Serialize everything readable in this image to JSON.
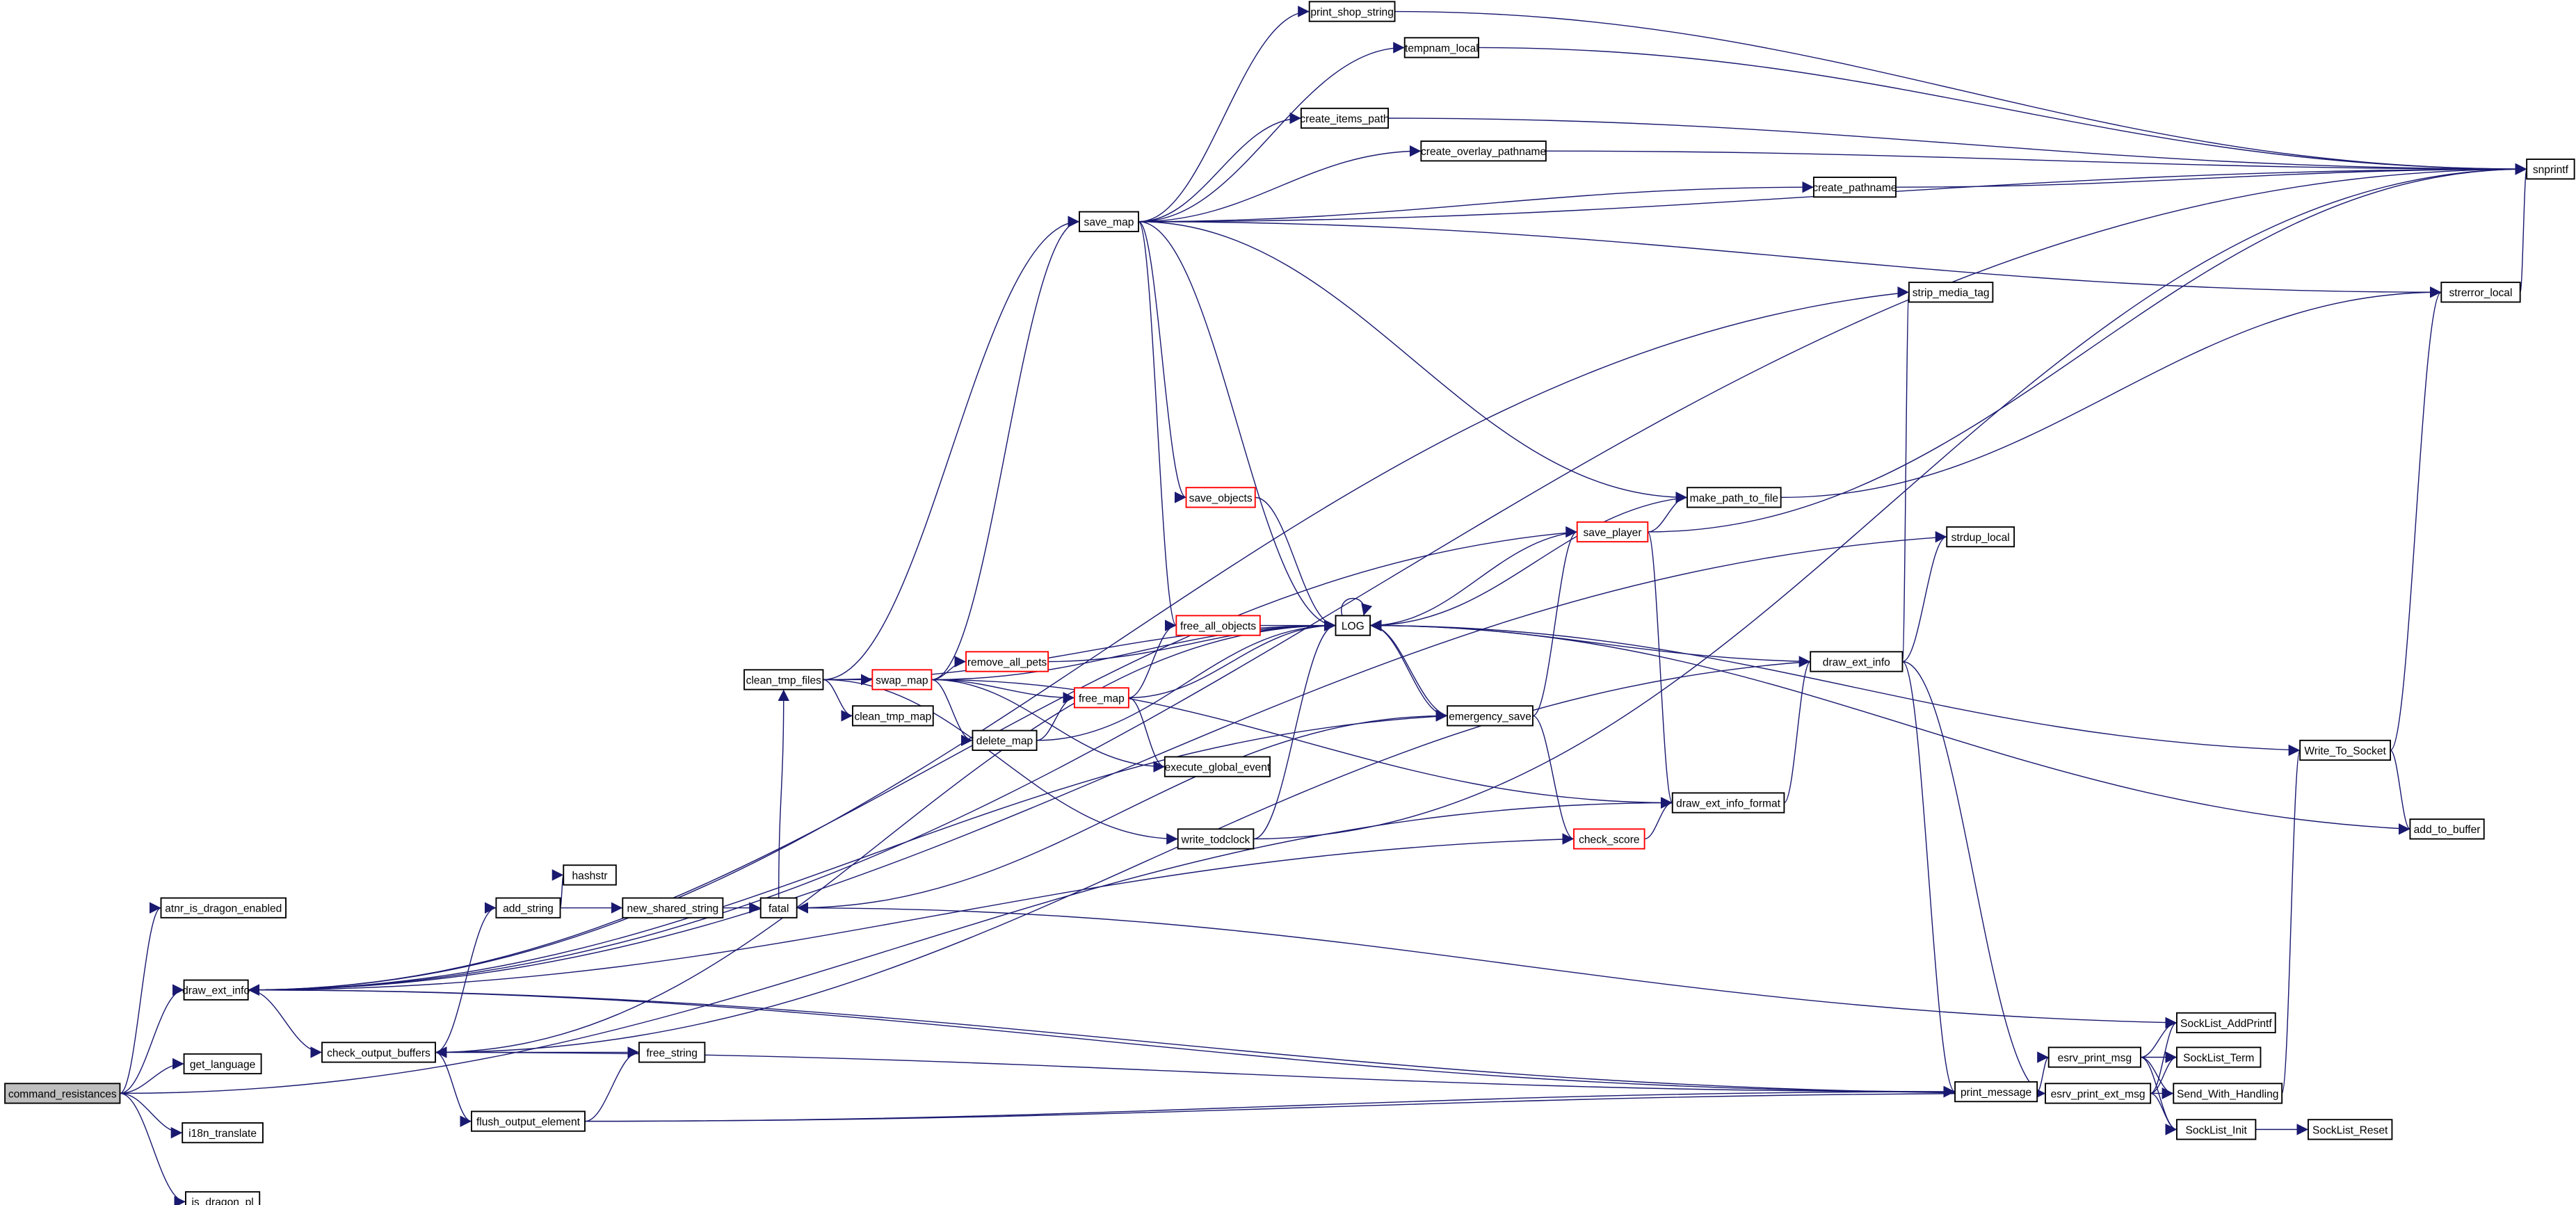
{
  "colors": {
    "edge": "#191970",
    "root_fill": "#bfbfbf",
    "truncated_border": "#ff0000",
    "node_border": "#000000"
  },
  "nodes": [
    {
      "id": "command_resistances",
      "label": "command_resistances",
      "style": "root"
    },
    {
      "id": "atnr_is_dragon_enabled",
      "label": "atnr_is_dragon_enabled",
      "style": "normal"
    },
    {
      "id": "draw_ext_info_l",
      "label": "draw_ext_info",
      "style": "normal"
    },
    {
      "id": "get_language",
      "label": "get_language",
      "style": "normal"
    },
    {
      "id": "i18n_translate",
      "label": "i18n_translate",
      "style": "normal"
    },
    {
      "id": "is_dragon_pl",
      "label": "is_dragon_pl",
      "style": "normal"
    },
    {
      "id": "check_output_buffers",
      "label": "check_output_buffers",
      "style": "normal"
    },
    {
      "id": "add_string",
      "label": "add_string",
      "style": "normal"
    },
    {
      "id": "flush_output_element",
      "label": "flush_output_element",
      "style": "normal"
    },
    {
      "id": "free_string",
      "label": "free_string",
      "style": "normal"
    },
    {
      "id": "hashstr",
      "label": "hashstr",
      "style": "normal"
    },
    {
      "id": "new_shared_string",
      "label": "new_shared_string",
      "style": "normal"
    },
    {
      "id": "fatal",
      "label": "fatal",
      "style": "normal"
    },
    {
      "id": "clean_tmp_files",
      "label": "clean_tmp_files",
      "style": "normal"
    },
    {
      "id": "clean_tmp_map",
      "label": "clean_tmp_map",
      "style": "normal"
    },
    {
      "id": "swap_map",
      "label": "swap_map",
      "style": "red"
    },
    {
      "id": "remove_all_pets",
      "label": "remove_all_pets",
      "style": "red"
    },
    {
      "id": "delete_map",
      "label": "delete_map",
      "style": "normal"
    },
    {
      "id": "free_map",
      "label": "free_map",
      "style": "red"
    },
    {
      "id": "free_all_objects",
      "label": "free_all_objects",
      "style": "red"
    },
    {
      "id": "execute_global_event",
      "label": "execute_global_event",
      "style": "normal"
    },
    {
      "id": "write_todclock",
      "label": "write_todclock",
      "style": "normal"
    },
    {
      "id": "save_map",
      "label": "save_map",
      "style": "normal"
    },
    {
      "id": "save_objects",
      "label": "save_objects",
      "style": "red"
    },
    {
      "id": "print_shop_string",
      "label": "print_shop_string",
      "style": "normal"
    },
    {
      "id": "tempnam_local",
      "label": "tempnam_local",
      "style": "normal"
    },
    {
      "id": "create_items_path",
      "label": "create_items_path",
      "style": "normal"
    },
    {
      "id": "create_overlay_pathname",
      "label": "create_overlay_pathname",
      "style": "normal"
    },
    {
      "id": "create_pathname",
      "label": "create_pathname",
      "style": "normal"
    },
    {
      "id": "LOG",
      "label": "LOG",
      "style": "normal"
    },
    {
      "id": "emergency_save",
      "label": "emergency_save",
      "style": "normal"
    },
    {
      "id": "save_player",
      "label": "save_player",
      "style": "red"
    },
    {
      "id": "check_score",
      "label": "check_score",
      "style": "red"
    },
    {
      "id": "draw_ext_info_format",
      "label": "draw_ext_info_format",
      "style": "normal"
    },
    {
      "id": "make_path_to_file",
      "label": "make_path_to_file",
      "style": "normal"
    },
    {
      "id": "strip_media_tag",
      "label": "strip_media_tag",
      "style": "normal"
    },
    {
      "id": "strdup_local",
      "label": "strdup_local",
      "style": "normal"
    },
    {
      "id": "draw_ext_info_r",
      "label": "draw_ext_info",
      "style": "normal"
    },
    {
      "id": "print_message",
      "label": "print_message",
      "style": "normal"
    },
    {
      "id": "esrv_print_msg",
      "label": "esrv_print_msg",
      "style": "normal"
    },
    {
      "id": "esrv_print_ext_msg",
      "label": "esrv_print_ext_msg",
      "style": "normal"
    },
    {
      "id": "SockList_AddPrintf",
      "label": "SockList_AddPrintf",
      "style": "normal"
    },
    {
      "id": "SockList_Term",
      "label": "SockList_Term",
      "style": "normal"
    },
    {
      "id": "Send_With_Handling",
      "label": "Send_With_Handling",
      "style": "normal"
    },
    {
      "id": "SockList_Init",
      "label": "SockList_Init",
      "style": "normal"
    },
    {
      "id": "SockList_Reset",
      "label": "SockList_Reset",
      "style": "normal"
    },
    {
      "id": "Write_To_Socket",
      "label": "Write_To_Socket",
      "style": "normal"
    },
    {
      "id": "add_to_buffer",
      "label": "add_to_buffer",
      "style": "normal"
    },
    {
      "id": "strerror_local",
      "label": "strerror_local",
      "style": "normal"
    },
    {
      "id": "snprintf",
      "label": "snprintf",
      "style": "normal"
    }
  ],
  "edges": [
    [
      "command_resistances",
      "atnr_is_dragon_enabled"
    ],
    [
      "command_resistances",
      "draw_ext_info_l"
    ],
    [
      "command_resistances",
      "get_language"
    ],
    [
      "command_resistances",
      "i18n_translate"
    ],
    [
      "command_resistances",
      "is_dragon_pl"
    ],
    [
      "command_resistances",
      "draw_ext_info_format"
    ],
    [
      "draw_ext_info_l",
      "check_output_buffers"
    ],
    [
      "draw_ext_info_l",
      "print_message"
    ],
    [
      "draw_ext_info_l",
      "esrv_print_ext_msg"
    ],
    [
      "check_output_buffers",
      "add_string"
    ],
    [
      "check_output_buffers",
      "free_string"
    ],
    [
      "check_output_buffers",
      "flush_output_element"
    ],
    [
      "check_output_buffers",
      "print_message"
    ],
    [
      "check_output_buffers",
      "LOG"
    ],
    [
      "add_string",
      "new_shared_string"
    ],
    [
      "add_string",
      "hashstr"
    ],
    [
      "new_shared_string",
      "fatal"
    ],
    [
      "fatal",
      "clean_tmp_files"
    ],
    [
      "fatal",
      "emergency_save"
    ],
    [
      "flush_output_element",
      "free_string"
    ],
    [
      "flush_output_element",
      "print_message"
    ],
    [
      "flush_output_element",
      "esrv_print_ext_msg"
    ],
    [
      "clean_tmp_files",
      "swap_map"
    ],
    [
      "clean_tmp_files",
      "clean_tmp_map"
    ],
    [
      "clean_tmp_files",
      "write_todclock"
    ],
    [
      "clean_tmp_files",
      "LOG"
    ],
    [
      "clean_tmp_files",
      "save_map"
    ],
    [
      "swap_map",
      "remove_all_pets"
    ],
    [
      "swap_map",
      "free_map"
    ],
    [
      "swap_map",
      "delete_map"
    ],
    [
      "swap_map",
      "execute_global_event"
    ],
    [
      "swap_map",
      "draw_ext_info_format"
    ],
    [
      "swap_map",
      "LOG"
    ],
    [
      "swap_map",
      "save_map"
    ],
    [
      "remove_all_pets",
      "LOG"
    ],
    [
      "delete_map",
      "free_map"
    ],
    [
      "delete_map",
      "LOG"
    ],
    [
      "free_map",
      "free_all_objects"
    ],
    [
      "free_map",
      "execute_global_event"
    ],
    [
      "free_map",
      "LOG"
    ],
    [
      "free_all_objects",
      "LOG"
    ],
    [
      "save_map",
      "print_shop_string"
    ],
    [
      "save_map",
      "tempnam_local"
    ],
    [
      "save_map",
      "create_items_path"
    ],
    [
      "save_map",
      "create_overlay_pathname"
    ],
    [
      "save_map",
      "create_pathname"
    ],
    [
      "save_map",
      "snprintf"
    ],
    [
      "save_map",
      "LOG"
    ],
    [
      "save_map",
      "save_objects"
    ],
    [
      "save_map",
      "free_all_objects"
    ],
    [
      "save_map",
      "make_path_to_file"
    ],
    [
      "save_map",
      "strerror_local"
    ],
    [
      "save_objects",
      "LOG"
    ],
    [
      "print_shop_string",
      "snprintf"
    ],
    [
      "tempnam_local",
      "snprintf"
    ],
    [
      "create_items_path",
      "snprintf"
    ],
    [
      "create_overlay_pathname",
      "snprintf"
    ],
    [
      "create_pathname",
      "snprintf"
    ],
    [
      "write_todclock",
      "LOG"
    ],
    [
      "write_todclock",
      "snprintf"
    ],
    [
      "emergency_save",
      "LOG"
    ],
    [
      "emergency_save",
      "save_player"
    ],
    [
      "emergency_save",
      "check_score"
    ],
    [
      "emergency_save",
      "draw_ext_info_l"
    ],
    [
      "LOG",
      "emergency_save"
    ],
    [
      "save_player",
      "LOG"
    ],
    [
      "save_player",
      "make_path_to_file"
    ],
    [
      "save_player",
      "draw_ext_info_format"
    ],
    [
      "save_player",
      "snprintf"
    ],
    [
      "save_player",
      "draw_ext_info_l"
    ],
    [
      "check_score",
      "draw_ext_info_format"
    ],
    [
      "check_score",
      "draw_ext_info_l"
    ],
    [
      "draw_ext_info_format",
      "draw_ext_info_r"
    ],
    [
      "draw_ext_info_r",
      "LOG"
    ],
    [
      "draw_ext_info_r",
      "strip_media_tag"
    ],
    [
      "draw_ext_info_r",
      "strdup_local"
    ],
    [
      "draw_ext_info_r",
      "print_message"
    ],
    [
      "draw_ext_info_r",
      "esrv_print_ext_msg"
    ],
    [
      "draw_ext_info_r",
      "check_output_buffers"
    ],
    [
      "make_path_to_file",
      "LOG"
    ],
    [
      "make_path_to_file",
      "strerror_local"
    ],
    [
      "strerror_local",
      "snprintf"
    ],
    [
      "strip_media_tag",
      "draw_ext_info_l"
    ],
    [
      "strdup_local",
      "draw_ext_info_l"
    ],
    [
      "print_message",
      "esrv_print_msg"
    ],
    [
      "esrv_print_msg",
      "SockList_AddPrintf"
    ],
    [
      "esrv_print_msg",
      "SockList_Term"
    ],
    [
      "esrv_print_msg",
      "Send_With_Handling"
    ],
    [
      "esrv_print_msg",
      "SockList_Init"
    ],
    [
      "esrv_print_ext_msg",
      "SockList_AddPrintf"
    ],
    [
      "esrv_print_ext_msg",
      "SockList_Term"
    ],
    [
      "esrv_print_ext_msg",
      "Send_With_Handling"
    ],
    [
      "esrv_print_ext_msg",
      "SockList_Init"
    ],
    [
      "SockList_Init",
      "SockList_Reset"
    ],
    [
      "SockList_AddPrintf",
      "fatal"
    ],
    [
      "Send_With_Handling",
      "Write_To_Socket"
    ],
    [
      "Write_To_Socket",
      "strerror_local"
    ],
    [
      "Write_To_Socket",
      "add_to_buffer"
    ],
    [
      "Write_To_Socket",
      "LOG"
    ],
    [
      "add_to_buffer",
      "LOG"
    ],
    [
      "draw_ext_info_l",
      "snprintf"
    ]
  ]
}
